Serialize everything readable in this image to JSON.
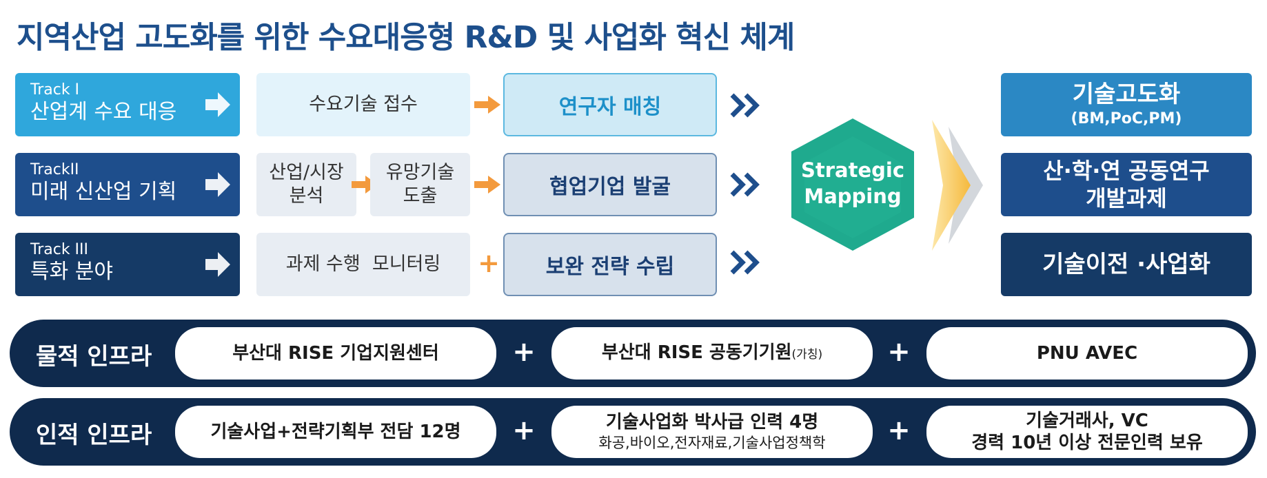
{
  "title": "지역산업 고도화를 위한 수요대응형 R&D 및 사업화 혁신 체계",
  "tracks": [
    {
      "label1": "Track I",
      "label2": "산업계 수요 대응",
      "color": "#2fa7dc"
    },
    {
      "label1": "TrackII",
      "label2": "미래 신산업 기획",
      "color": "#1e4e8c"
    },
    {
      "label1": "Track III",
      "label2": "특화 분야",
      "color": "#153a66"
    }
  ],
  "row1": {
    "step": "수요기술 접수",
    "main": "연구자 매칭"
  },
  "row2": {
    "step_a": "산업/시장\n분석",
    "step_b": "유망기술\n도출",
    "main": "협업기업 발굴"
  },
  "row3": {
    "step": "과제 수행  모니터링",
    "connector": "+",
    "main": "보완 전략 수립"
  },
  "hub": {
    "label": "Strategic\nMapping",
    "color": "#1faa8e"
  },
  "outputs": [
    {
      "line1": "기술고도화",
      "line2": "(BM,PoC,PM)",
      "color": "#2b88c4"
    },
    {
      "line1": "산·학·연 공동연구",
      "line2": "개발과제",
      "color": "#1e4e8c"
    },
    {
      "line1": "기술이전 ·사업화",
      "line2": "",
      "color": "#153a66"
    }
  ],
  "physical_infra": {
    "label": "물적 인프라",
    "items": [
      "부산대 RISE 기업지원센터",
      "부산대 RISE 공동기기원",
      "PNU AVEC"
    ],
    "item2_suffix": "(가칭)"
  },
  "human_infra": {
    "label": "인적 인프라",
    "item1": "기술사업+전략기획부 전담 12명",
    "item2_line1": "기술사업화 박사급 인력 4명",
    "item2_line2": "화공,바이오,전자재료,기술사업정책학",
    "item3_line1": "기술거래사, VC",
    "item3_line2": "경력 10년 이상 전문인력 보유"
  },
  "plus_sign": "+",
  "colors": {
    "orange": "#f39a3d",
    "navy": "#0f2a4d",
    "chevron": "#1e4e8c"
  }
}
